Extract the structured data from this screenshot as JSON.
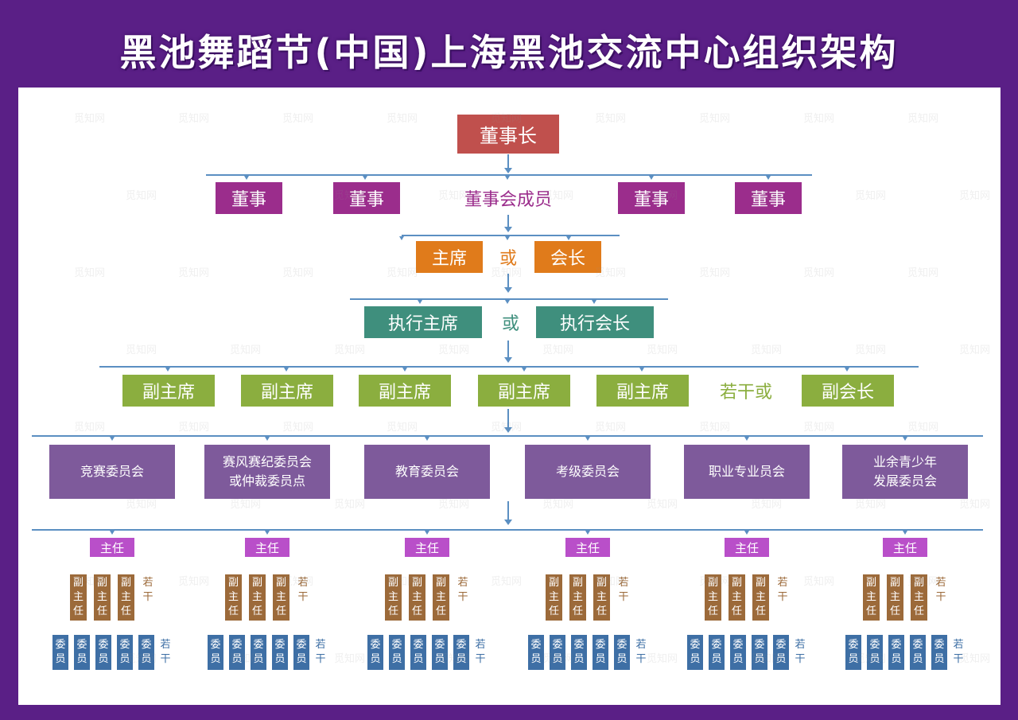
{
  "title": "黑池舞蹈节(中国)上海黑池交流中心组织架构",
  "level1": "董事长",
  "level2": {
    "boxes": [
      "董事",
      "董事",
      "董事",
      "董事"
    ],
    "center": "董事会成员"
  },
  "level3": {
    "left": "主席",
    "or": "或",
    "right": "会长"
  },
  "level4": {
    "left": "执行主席",
    "or": "或",
    "right": "执行会长"
  },
  "level5": {
    "boxes": [
      "副主席",
      "副主席",
      "副主席",
      "副主席",
      "副主席"
    ],
    "text": "若干或",
    "last": "副会长"
  },
  "committees": [
    {
      "name": "竞赛委员会"
    },
    {
      "name": "赛风赛纪委员会\n或仲裁委员点"
    },
    {
      "name": "教育委员会"
    },
    {
      "name": "考级委员会"
    },
    {
      "name": "职业专业员会"
    },
    {
      "name": "业余青少年\n发展委员会"
    }
  ],
  "director": "主任",
  "vice": "副主任",
  "member": "委员",
  "several": "若干",
  "watermark": "觅知网",
  "colors": {
    "background": "#5a1f86",
    "chairman": "#c0504d",
    "board": "#9b2d8c",
    "president": "#e07b1b",
    "executive": "#3f8f7d",
    "vice_chair": "#8bae3f",
    "committee": "#7e5a9b",
    "director": "#b94fc9",
    "vice_director": "#9c6a3a",
    "member": "#3e6fa5",
    "connector": "#5b8fc2"
  }
}
